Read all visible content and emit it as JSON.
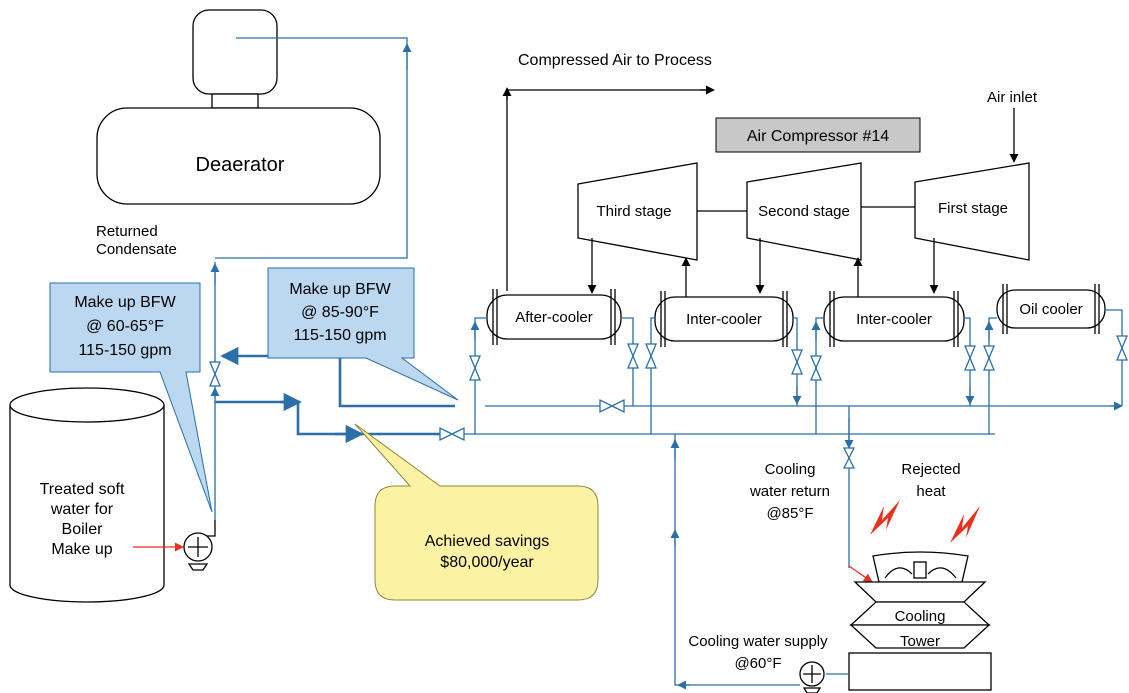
{
  "labels": {
    "deaerator": "Deaerator",
    "returned_condensate_line1": "Returned",
    "returned_condensate_line2": "Condensate",
    "compressed_air": "Compressed Air to Process",
    "compressor_name": "Air Compressor #14",
    "air_inlet": "Air inlet",
    "third_stage": "Third stage",
    "second_stage": "Second stage",
    "first_stage": "First stage",
    "after_cooler": "After-cooler",
    "inter_cooler_1": "Inter-cooler",
    "inter_cooler_2": "Inter-cooler",
    "oil_cooler": "Oil cooler",
    "tank_line1": "Treated soft",
    "tank_line2": "water for",
    "tank_line3": "Boiler",
    "tank_line4": "Make up",
    "cooling_return_line1": "Cooling",
    "cooling_return_line2": "water return",
    "cooling_return_line3": "@85°F",
    "rejected_heat_line1": "Rejected",
    "rejected_heat_line2": "heat",
    "cooling_supply_line1": "Cooling water supply",
    "cooling_supply_line2": "@60°F",
    "tower_line1": "Cooling",
    "tower_line2": "Tower"
  },
  "callouts": {
    "bfw_cold": {
      "line1": "Make up BFW",
      "line2": "@ 60-65°F",
      "line3": "115-150 gpm"
    },
    "bfw_warm": {
      "line1": "Make up BFW",
      "line2": "@ 85-90°F",
      "line3": "115-150 gpm"
    },
    "savings": {
      "line1": "Achieved savings",
      "line2": "$80,000/year"
    }
  },
  "colors": {
    "pipe": "#2a6fa8",
    "callout_blue": "#bcd7f0",
    "callout_yellow": "#fbf3a3",
    "compressor_label_bg": "#c8c8c8",
    "heat_arrow": "#e8321e"
  }
}
